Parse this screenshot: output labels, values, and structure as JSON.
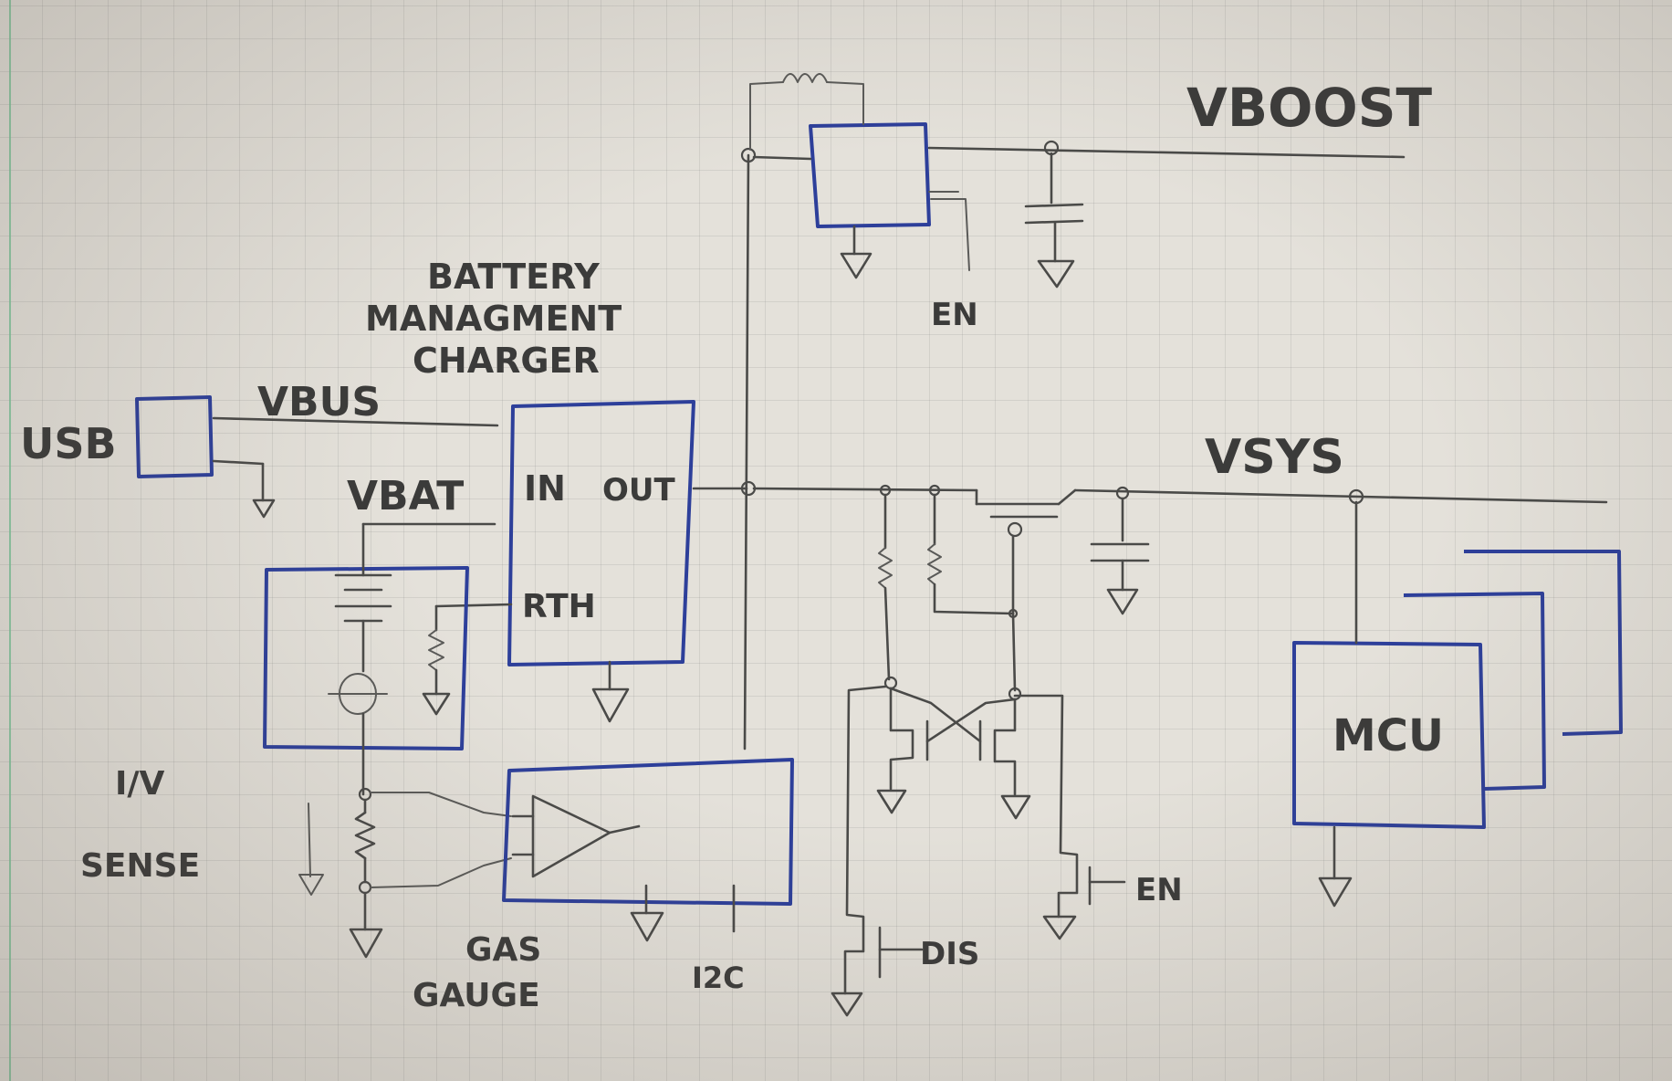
{
  "labels": {
    "usb": "USB",
    "vbus": "VBUS",
    "vbat": "VBAT",
    "bms_line1": "BATTERY",
    "bms_line2": "MANAGMENT",
    "bms_line3": "CHARGER",
    "pin_in": "IN",
    "pin_out": "OUT",
    "pin_rth": "RTH",
    "vboost": "VBOOST",
    "en_boost": "EN",
    "vsys": "VSYS",
    "iv_line1": "I/V",
    "iv_line2": "SENSE",
    "gas_line1": "GAS",
    "gas_line2": "GAUGE",
    "i2c": "I2C",
    "dis": "DIS",
    "en_load": "EN",
    "mcu": "MCU"
  }
}
